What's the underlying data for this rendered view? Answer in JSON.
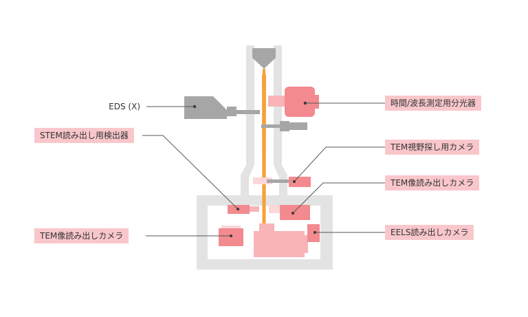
{
  "labels": {
    "eds": "EDS (X)",
    "spectrometer": "時間/波長測定用分光器",
    "stem_detector": "STEM読み出し用検出器",
    "tem_search_camera": "TEM視野探し用カメラ",
    "tem_camera_right": "TEM像読み出しカメラ",
    "tem_camera_left": "TEM像読み出しカメラ",
    "eels_camera": "EELS読み出しカメラ"
  },
  "colors": {
    "body_gray": "#e3e3e3",
    "dark_gray": "#a6a6a6",
    "accent_pink": "#f28a8f",
    "light_pink": "#f8b4b8",
    "pale_pink": "#fbd7d9",
    "label_bg": "#f9c7cb",
    "beam_orange": "#f7a13a",
    "leader_line": "#555555"
  }
}
